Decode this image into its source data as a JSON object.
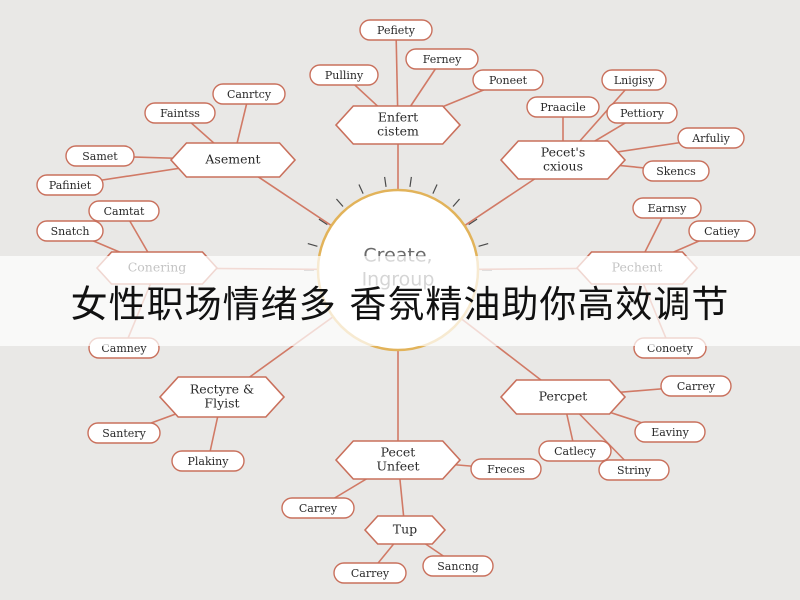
{
  "center": {
    "lines": [
      "Create,",
      "Ingroup"
    ]
  },
  "hubs": [
    {
      "id": "top",
      "lines": [
        "Enfert",
        "cistem"
      ]
    },
    {
      "id": "ul",
      "lines": [
        "Asement"
      ]
    },
    {
      "id": "ur",
      "lines": [
        "Pecet's",
        "cxious"
      ]
    },
    {
      "id": "left",
      "lines": [
        "Conering"
      ]
    },
    {
      "id": "right",
      "lines": [
        "Pechent"
      ]
    },
    {
      "id": "ll",
      "lines": [
        "Rectyre &",
        "Flyist"
      ]
    },
    {
      "id": "lr",
      "lines": [
        "Percpet"
      ]
    },
    {
      "id": "bot",
      "lines": [
        "Pecet",
        "Unfeet"
      ]
    },
    {
      "id": "tup",
      "lines": [
        "Tup"
      ]
    }
  ],
  "leaves": [
    {
      "hub": "top",
      "text": "Pefiety"
    },
    {
      "hub": "top",
      "text": "Pulliny"
    },
    {
      "hub": "top",
      "text": "Ferney"
    },
    {
      "hub": "top",
      "text": "Poneet"
    },
    {
      "hub": "ul",
      "text": "Faintss"
    },
    {
      "hub": "ul",
      "text": "Canrtcy"
    },
    {
      "hub": "ul",
      "text": "Samet"
    },
    {
      "hub": "ul",
      "text": "Pafiniet"
    },
    {
      "hub": "ur",
      "text": "Lnigisy"
    },
    {
      "hub": "ur",
      "text": "Praacile"
    },
    {
      "hub": "ur",
      "text": "Pettiory"
    },
    {
      "hub": "ur",
      "text": "Arfuliy"
    },
    {
      "hub": "ur",
      "text": "Skencs"
    },
    {
      "hub": "left",
      "text": "Camtat"
    },
    {
      "hub": "left",
      "text": "Snatch"
    },
    {
      "hub": "left",
      "text": "Camney"
    },
    {
      "hub": "right",
      "text": "Earnsy"
    },
    {
      "hub": "right",
      "text": "Catiey"
    },
    {
      "hub": "right",
      "text": "Conoety"
    },
    {
      "hub": "ll",
      "text": "Santery"
    },
    {
      "hub": "ll",
      "text": "Plakiny"
    },
    {
      "hub": "lr",
      "text": "Carrey"
    },
    {
      "hub": "lr",
      "text": "Catlecy"
    },
    {
      "hub": "lr",
      "text": "Eaviny"
    },
    {
      "hub": "lr",
      "text": "Striny"
    },
    {
      "hub": "bot",
      "text": "Carrey"
    },
    {
      "hub": "bot",
      "text": "Freces"
    },
    {
      "hub": "tup",
      "text": "Carrey"
    },
    {
      "hub": "tup",
      "text": "Sancng"
    }
  ],
  "banner": {
    "text": "女性职场情绪多 香氛精油助你高效调节"
  },
  "colors": {
    "edge": "#d17a66",
    "node_border": "#c9705c",
    "center_border": "#e2b35a",
    "background": "#e9e8e6"
  }
}
